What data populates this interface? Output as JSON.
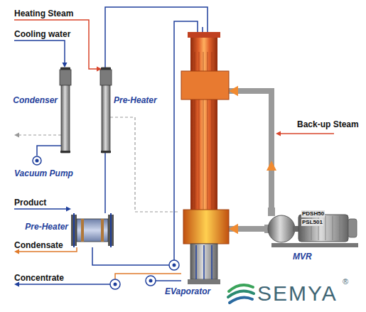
{
  "diagram": {
    "nodes": [
      {
        "text": [
          "Condenser"
        ]
      },
      {
        "text": [
          "Pre-Heater"
        ]
      },
      {
        "text": [
          "Vacuum Pump"
        ]
      },
      {
        "text": [
          "Pre-Heater"
        ]
      },
      {
        "text": [
          "EVaporator"
        ]
      },
      {
        "text": [
          "MVR"
        ]
      }
    ],
    "edges": [
      {
        "from": 0,
        "to": 2,
        "arrow": "none"
      },
      {
        "from": 3,
        "to": 1,
        "arrow": "none"
      },
      {
        "from": 1,
        "to": 4,
        "arrow": "none"
      },
      {
        "from": 5,
        "to": 4,
        "arrow": "to"
      },
      {
        "from": 5,
        "to": 4,
        "arrow": "to"
      },
      {
        "from": 1,
        "to": 4,
        "arrow": "none"
      }
    ],
    "labels": [
      "Heating Steam",
      "Cooling water",
      "Product",
      "Condensate",
      "Concentrate",
      "Back-up Steam",
      "PDSH50",
      "PSL501",
      "SEMYA",
      "®"
    ]
  }
}
